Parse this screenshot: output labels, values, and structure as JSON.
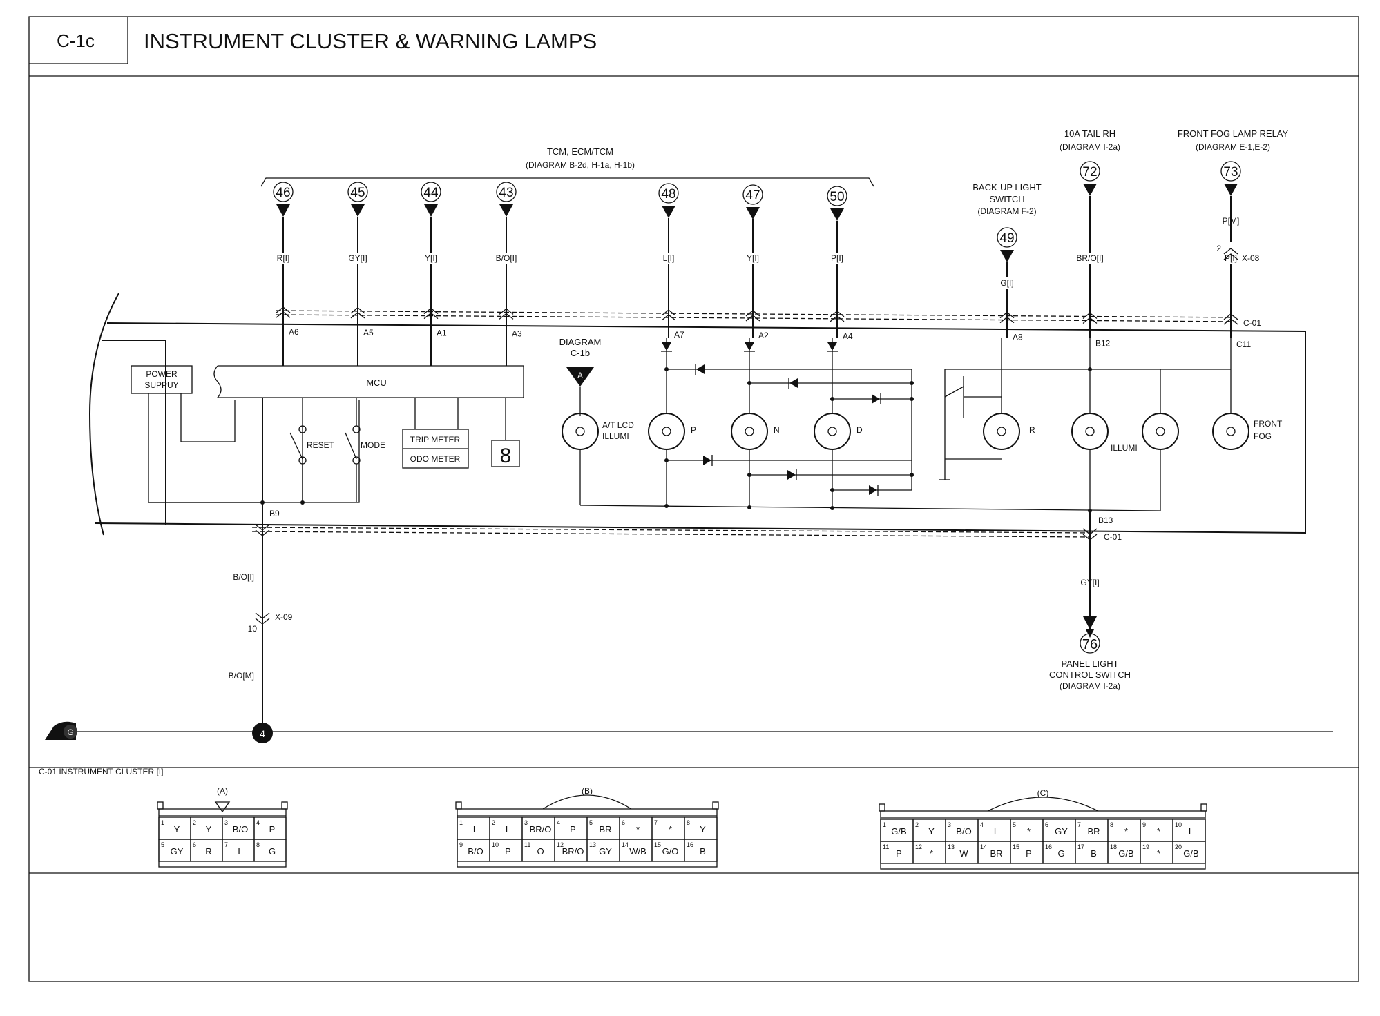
{
  "header": {
    "code": "C-1c",
    "title": "INSTRUMENT CLUSTER & WARNING LAMPS"
  },
  "top_group": {
    "line1": "TCM, ECM/TCM",
    "line2": "(DIAGRAM B-2d, H-1a, H-1b)"
  },
  "terminals": [
    {
      "num": "46",
      "wire": "R[I]",
      "pin": "A6"
    },
    {
      "num": "45",
      "wire": "GY[I]",
      "pin": "A5"
    },
    {
      "num": "44",
      "wire": "Y[I]",
      "pin": "A1"
    },
    {
      "num": "43",
      "wire": "B/O[I]",
      "pin": "A3"
    },
    {
      "num": "48",
      "wire": "L[I]",
      "pin": "A7"
    },
    {
      "num": "47",
      "wire": "Y[I]",
      "pin": "A2"
    },
    {
      "num": "50",
      "wire": "P[I]",
      "pin": "A4"
    },
    {
      "num": "49",
      "wire": "G[I]",
      "pin": "A8"
    },
    {
      "num": "72",
      "wire": "BR/O[I]",
      "pin": "B12"
    },
    {
      "num": "73",
      "wire": "P[I]",
      "pin": "C11"
    }
  ],
  "backup": {
    "line1": "BACK-UP LIGHT",
    "line2": "SWITCH",
    "line3": "(DIAGRAM F-2)"
  },
  "tail": {
    "line1": "10A TAIL RH",
    "line2": "(DIAGRAM I-2a)"
  },
  "fog_relay": {
    "line1": "FRONT FOG LAMP RELAY",
    "line2": "(DIAGRAM E-1,E-2)"
  },
  "fog_wire_top": "P[M]",
  "x08": {
    "pin": "2",
    "name": "X-08"
  },
  "c01": "C-01",
  "power_supply": {
    "line1": "POWER",
    "line2": "SUPPUY"
  },
  "mcu": "MCU",
  "reset": "RESET",
  "mode": "MODE",
  "trip_meter": "TRIP METER",
  "odo_meter": "ODO METER",
  "digit": "8",
  "diagram_ref": {
    "line1": "DIAGRAM",
    "line2": "C-1b",
    "letter": "A"
  },
  "lamps": {
    "at_lcd": {
      "line1": "A/T LCD",
      "line2": "ILLUMI"
    },
    "p": "P",
    "n": "N",
    "d": "D",
    "r": "R",
    "illumi": "ILLUMI",
    "front_fog": {
      "line1": "FRONT",
      "line2": "FOG"
    }
  },
  "pins_bottom": {
    "b9": "B9",
    "b13": "B13"
  },
  "ground_side": {
    "wire1": "B/O[I]",
    "x09": "X-09",
    "x09pin": "10",
    "wire2": "B/O[M]",
    "ground": "G",
    "node": "4"
  },
  "panel": {
    "wire": "GY[I]",
    "num": "76",
    "line1": "PANEL LIGHT",
    "line2": "CONTROL SWITCH",
    "line3": "(DIAGRAM I-2a)"
  },
  "connector_section": {
    "title": "C-01 INSTRUMENT CLUSTER [I]",
    "A": {
      "label": "(A)",
      "row1": [
        [
          "1",
          "Y"
        ],
        [
          "2",
          "Y"
        ],
        [
          "3",
          "B/O"
        ],
        [
          "4",
          "P"
        ]
      ],
      "row2": [
        [
          "5",
          "GY"
        ],
        [
          "6",
          "R"
        ],
        [
          "7",
          "L"
        ],
        [
          "8",
          "G"
        ]
      ]
    },
    "B": {
      "label": "(B)",
      "row1": [
        [
          "1",
          "L"
        ],
        [
          "2",
          "L"
        ],
        [
          "3",
          "BR/O"
        ],
        [
          "4",
          "P"
        ],
        [
          "5",
          "BR"
        ],
        [
          "6",
          "*"
        ],
        [
          "7",
          "*"
        ],
        [
          "8",
          "Y"
        ]
      ],
      "row2": [
        [
          "9",
          "B/O"
        ],
        [
          "10",
          "P"
        ],
        [
          "11",
          "O"
        ],
        [
          "12",
          "BR/O"
        ],
        [
          "13",
          "GY"
        ],
        [
          "14",
          "W/B"
        ],
        [
          "15",
          "G/O"
        ],
        [
          "16",
          "B"
        ]
      ]
    },
    "C": {
      "label": "(C)",
      "row1": [
        [
          "1",
          "G/B"
        ],
        [
          "2",
          "Y"
        ],
        [
          "3",
          "B/O"
        ],
        [
          "4",
          "L"
        ],
        [
          "5",
          "*"
        ],
        [
          "6",
          "GY"
        ],
        [
          "7",
          "BR"
        ],
        [
          "8",
          "*"
        ],
        [
          "9",
          "*"
        ],
        [
          "10",
          "L"
        ]
      ],
      "row2": [
        [
          "11",
          "P"
        ],
        [
          "12",
          "*"
        ],
        [
          "13",
          "W"
        ],
        [
          "14",
          "BR"
        ],
        [
          "15",
          "P"
        ],
        [
          "16",
          "G"
        ],
        [
          "17",
          "B"
        ],
        [
          "18",
          "G/B"
        ],
        [
          "19",
          "*"
        ],
        [
          "20",
          "G/B"
        ]
      ]
    }
  }
}
